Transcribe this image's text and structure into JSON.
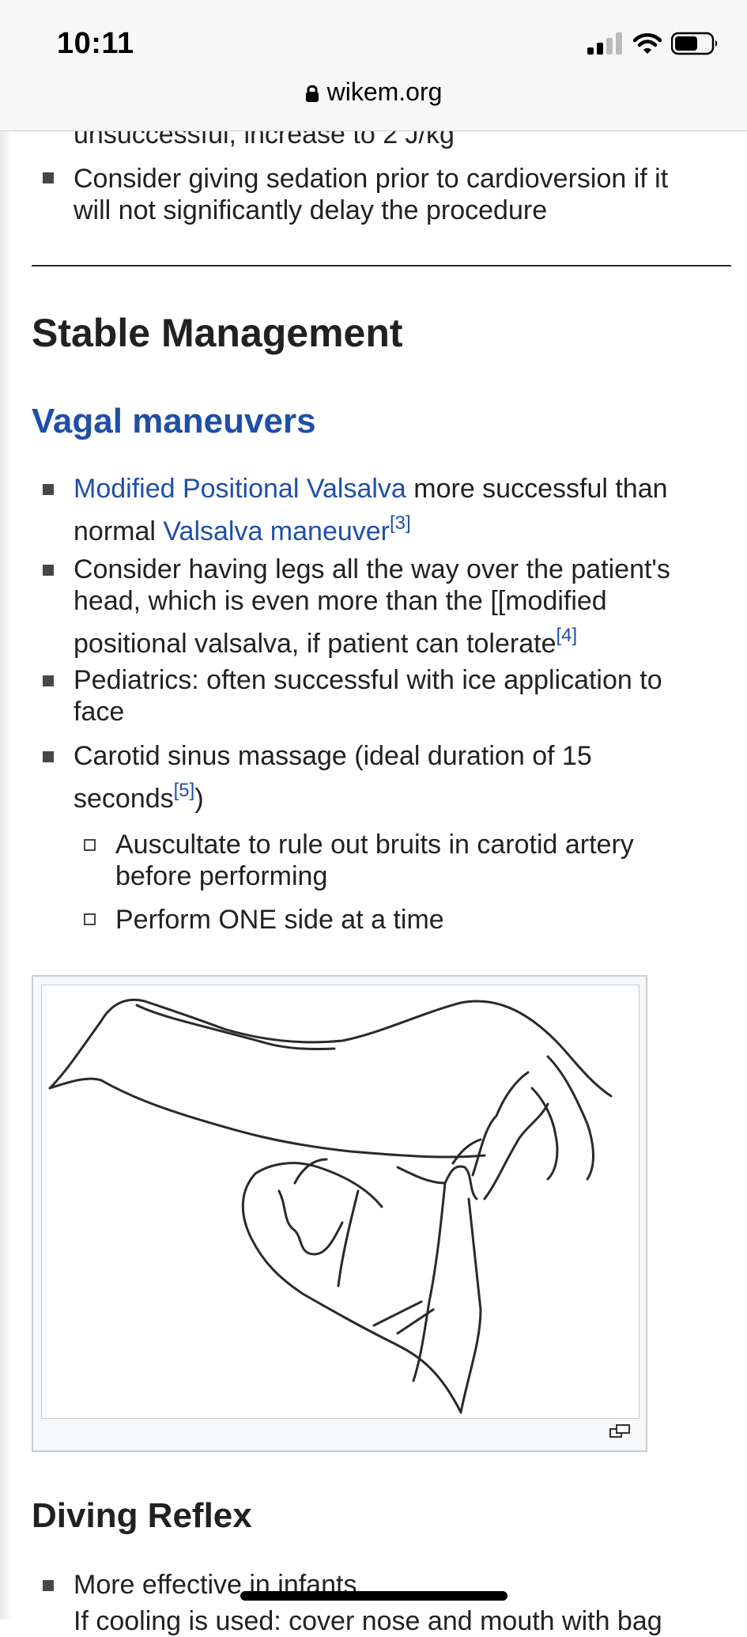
{
  "status": {
    "time": "10:11",
    "url": "wikem.org"
  },
  "content": {
    "partial_line": "unsuccessful, increase to 2 J/kg",
    "bullet_sedation": [
      "Consider giving sedation prior to cardioversion if it",
      "will not significantly delay the procedure"
    ],
    "section_title": "Stable Management",
    "subsection_title": "Vagal maneuvers",
    "bullets": {
      "b1": {
        "link1": "Modified Positional Valsalva",
        "rest": " more successful than",
        "line2_prefix": "normal ",
        "link2": "Valsalva maneuver",
        "ref": "[3]"
      },
      "b2": {
        "line1": "Consider having legs all the way over the patient's",
        "line2": "head, which is even more than the [[modified",
        "line3": "positional valsalva, if patient can tolerate",
        "ref": "[4]"
      },
      "b3": {
        "line1": "Pediatrics: often successful with ice application to",
        "line2": "face"
      },
      "b4": {
        "line1": "Carotid sinus massage (ideal duration of 15",
        "line2": "seconds",
        "ref": "[5]",
        "close": ")"
      }
    },
    "sub_bullets": {
      "s1": {
        "line1": "Auscultate to rule out bruits in carotid artery",
        "line2": "before performing"
      },
      "s2": {
        "line1": "Perform ONE side at a time"
      }
    },
    "diving_title": "Diving Reflex",
    "diving_bullet": "More effective in infants",
    "diving_next_partial": "If cooling is used: cover nose and mouth with bag"
  },
  "colors": {
    "link": "#1f4fa6",
    "text": "#202122",
    "bar": "#f7f7f8"
  }
}
